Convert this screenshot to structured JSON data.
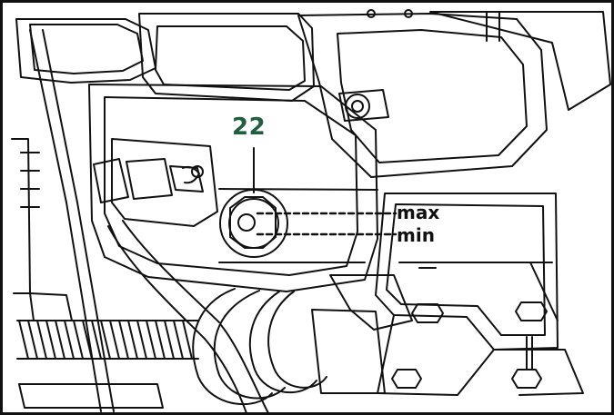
{
  "diagram": {
    "callout_label": "22",
    "level_labels": {
      "max": "max",
      "min": "min"
    },
    "colors": {
      "callout": "#205f3d",
      "line": "#111111",
      "background": "#ffffff"
    }
  }
}
